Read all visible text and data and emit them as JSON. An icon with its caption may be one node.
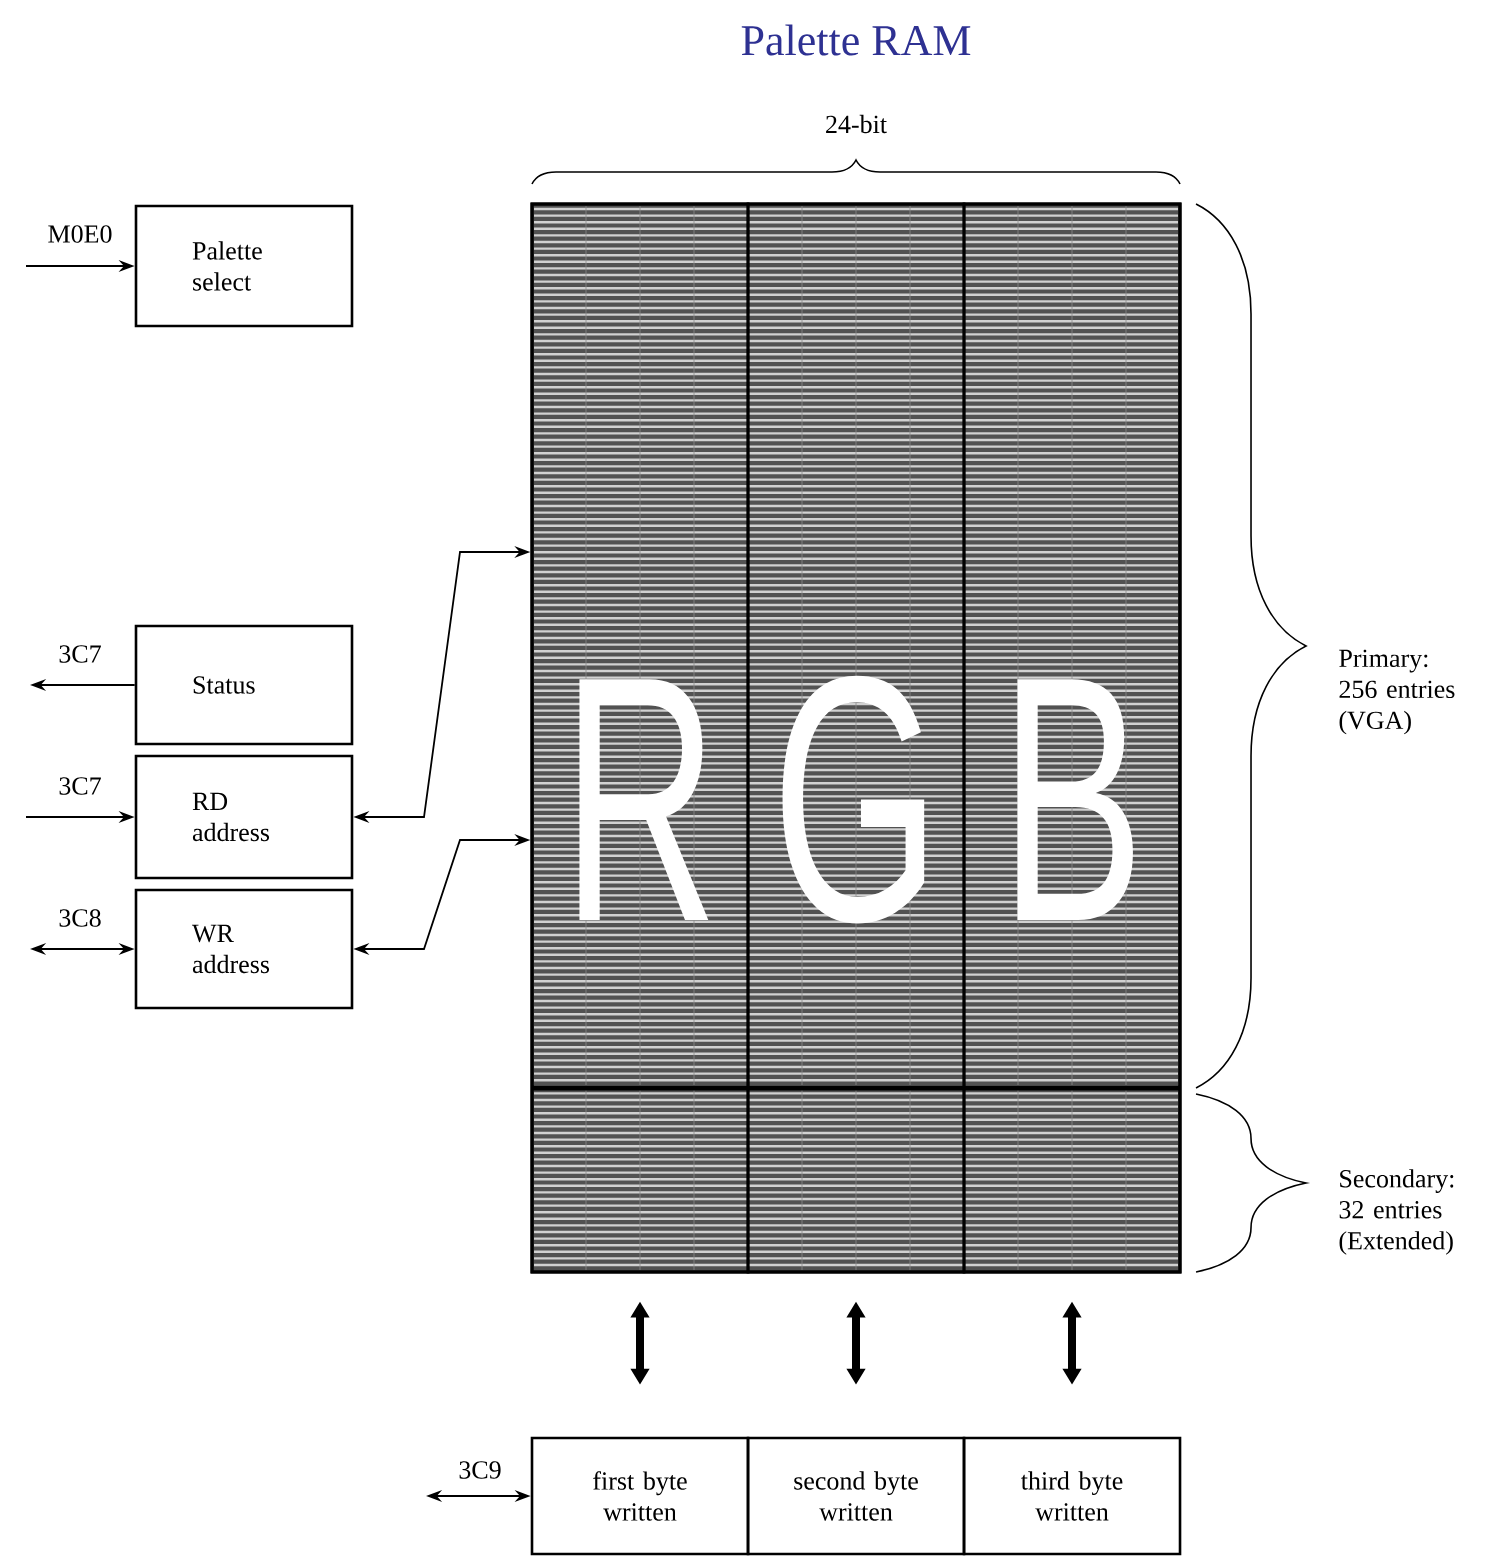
{
  "diagram": {
    "title": "Palette RAM",
    "nodes": [
      {
        "text": [
          "Palette select"
        ]
      },
      {
        "text": [
          "Status"
        ]
      },
      {
        "text": [
          "RD address"
        ]
      },
      {
        "text": [
          "WR address"
        ]
      },
      {
        "text": [],
        "shape": "box"
      },
      {
        "text": [
          "R"
        ],
        "in": 4
      },
      {
        "text": [
          "G"
        ],
        "in": 4
      },
      {
        "text": [
          "B"
        ],
        "in": 4
      },
      {
        "text": [
          "first byte written"
        ]
      },
      {
        "text": [
          "second byte written"
        ]
      },
      {
        "text": [
          "third byte written"
        ]
      }
    ],
    "edges": [
      {
        "from": null,
        "to": 0,
        "arrow": "to",
        "label": "M0E0"
      },
      {
        "from": 1,
        "to": null,
        "arrow": "to",
        "label": "3C7"
      },
      {
        "from": null,
        "to": 2,
        "arrow": "to",
        "label": "3C7"
      },
      {
        "from": null,
        "to": 3,
        "arrow": "both",
        "label": "3C8"
      },
      {
        "from": 2,
        "to": 4,
        "arrow": "both"
      },
      {
        "from": 3,
        "to": 4,
        "arrow": "both"
      },
      {
        "from": null,
        "to": 8,
        "arrow": "both",
        "label": "3C9"
      },
      {
        "from": 8,
        "to": 5,
        "arrow": "both",
        "style": "thick"
      },
      {
        "from": 9,
        "to": 6,
        "arrow": "both",
        "style": "thick"
      },
      {
        "from": 10,
        "to": 7,
        "arrow": "both",
        "style": "thick"
      }
    ],
    "labels": [
      "24-bit",
      "Primary: 256 entries (VGA)",
      "Secondary: 32 entries (Extended)"
    ]
  }
}
